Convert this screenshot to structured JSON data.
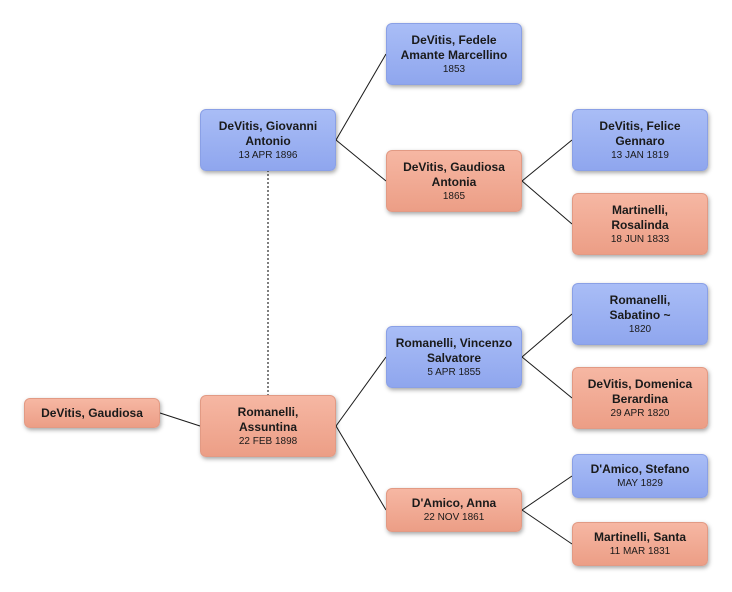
{
  "people": {
    "subject": {
      "name": "DeVitis, Gaudiosa",
      "date": "",
      "sex": "female"
    },
    "father": {
      "name": "DeVitis, Giovanni Antonio",
      "date": "13 APR 1896",
      "sex": "male"
    },
    "mother": {
      "name": "Romanelli, Assuntina",
      "date": "22 FEB 1898",
      "sex": "female"
    },
    "ff": {
      "name": "DeVitis, Fedele Amante Marcellino",
      "date": "1853",
      "sex": "male"
    },
    "fm": {
      "name": "DeVitis, Gaudiosa Antonia",
      "date": "1865",
      "sex": "female"
    },
    "fmf": {
      "name": "DeVitis, Felice Gennaro",
      "date": "13 JAN 1819",
      "sex": "male"
    },
    "fmm": {
      "name": "Martinelli, Rosalinda",
      "date": "18 JUN 1833",
      "sex": "female"
    },
    "mf": {
      "name": "Romanelli, Vincenzo Salvatore",
      "date": "5 APR 1855",
      "sex": "male"
    },
    "mm": {
      "name": "D'Amico, Anna",
      "date": "22 NOV 1861",
      "sex": "female"
    },
    "mff": {
      "name": "Romanelli, Sabatino ~",
      "date": "1820",
      "sex": "male"
    },
    "mfm": {
      "name": "DeVitis, Domenica Berardina",
      "date": "29 APR 1820",
      "sex": "female"
    },
    "mmf": {
      "name": "D'Amico, Stefano",
      "date": "MAY 1829",
      "sex": "male"
    },
    "mmm": {
      "name": "Martinelli, Santa",
      "date": "11 MAR 1831",
      "sex": "female"
    }
  },
  "colors": {
    "male": "#93a9ef",
    "female": "#efa58d",
    "line": "#1a1a1a"
  }
}
